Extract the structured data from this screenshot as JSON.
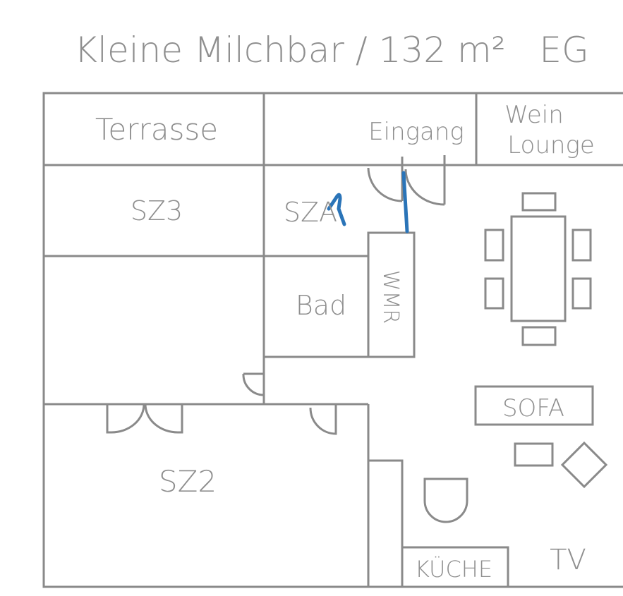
{
  "title": "Kleine Milchbar / 132 m²   EG",
  "rooms": {
    "terrasse": "Terrasse",
    "eingang": "Eingang",
    "wein_line1": "Wein",
    "wein_line2": "Lounge",
    "sz3": "SZ3",
    "sz4": "SZA",
    "bad": "Bad",
    "wmr": "WMR",
    "sz2": "SZ2",
    "kueche": "KÜCHE"
  },
  "furniture": {
    "sofa": "SOFA",
    "tv": "TV"
  },
  "colors": {
    "line": "#8a8a8a",
    "annotation": "#2a74b8"
  }
}
